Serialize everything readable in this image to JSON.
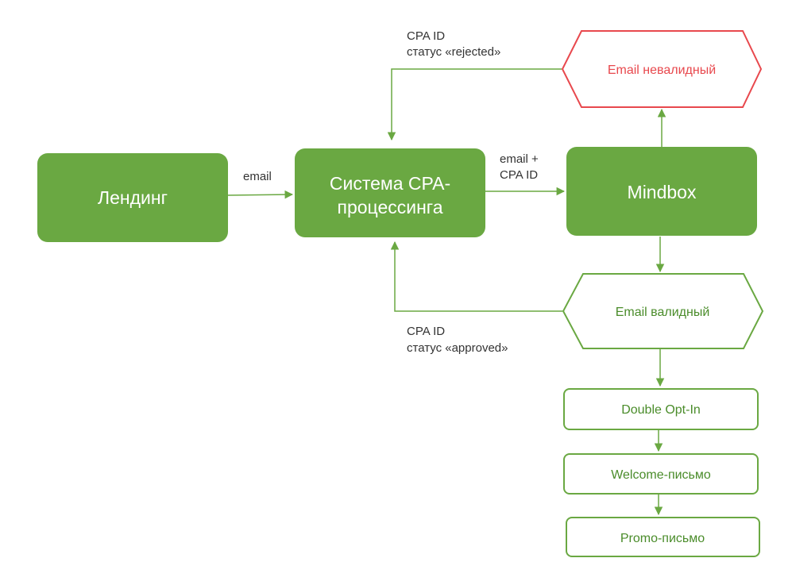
{
  "nodes": {
    "landing": {
      "label": "Лендинг"
    },
    "cpa": {
      "line1": "Система CPA-",
      "line2": "процессинга"
    },
    "mindbox": {
      "label": "Mindbox"
    },
    "invalid": {
      "label": "Email невалидный"
    },
    "valid": {
      "label": "Email валидный"
    },
    "double_opt_in": {
      "label": "Double Opt-In"
    },
    "welcome": {
      "label": "Welcome-письмо"
    },
    "promo": {
      "label": "Promo-письмо"
    }
  },
  "edges": {
    "landing_to_cpa": {
      "label": "email"
    },
    "cpa_to_mindbox": {
      "line1": "email +",
      "line2": "CPA ID"
    },
    "rejected": {
      "line1": "CPA ID",
      "line2": "статус «rejected»"
    },
    "approved": {
      "line1": "CPA ID",
      "line2": "статус «approved»"
    }
  },
  "colors": {
    "fill_green": "#6aa842",
    "text_green": "#4a8c2a",
    "alert_red": "#e8484d"
  }
}
